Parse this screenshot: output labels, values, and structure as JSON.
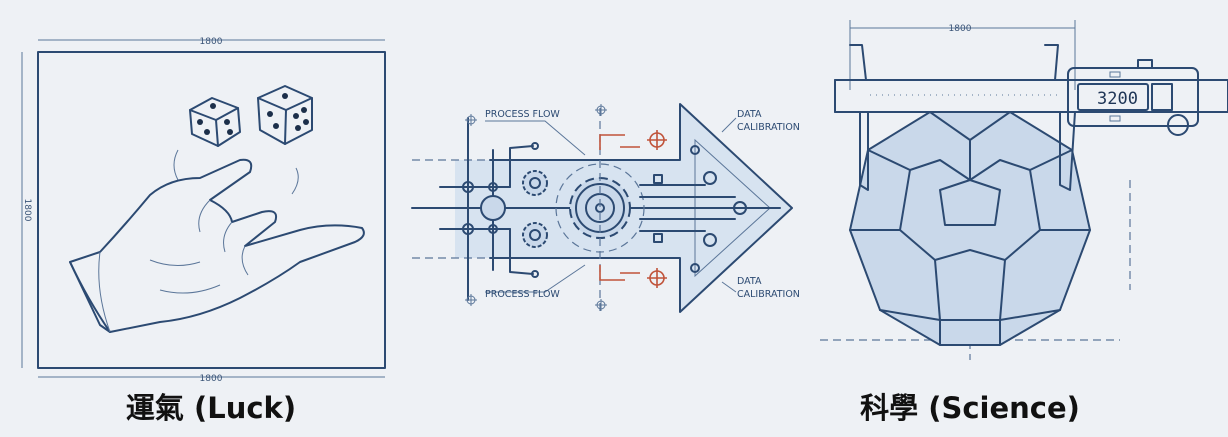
{
  "colors": {
    "background": "#eef1f5",
    "line": "#2c4a72",
    "fill": "#c9d8ea",
    "accent": "#c0533a"
  },
  "left": {
    "dim_top": "1800",
    "dim_bottom": "1800",
    "dim_side": "1800",
    "caption": "運氣 (Luck)"
  },
  "center": {
    "process_flow_top": "PROCESS FLOW",
    "process_flow_bottom": "PROCESS FLOW",
    "data_cal_top_1": "DATA",
    "data_cal_top_2": "CALIBRATION",
    "data_cal_bottom_1": "DATA",
    "data_cal_bottom_2": "CALIBRATION"
  },
  "right": {
    "dim_top": "1800",
    "caliper_reading": "3200",
    "caption": "科學 (Science)"
  }
}
